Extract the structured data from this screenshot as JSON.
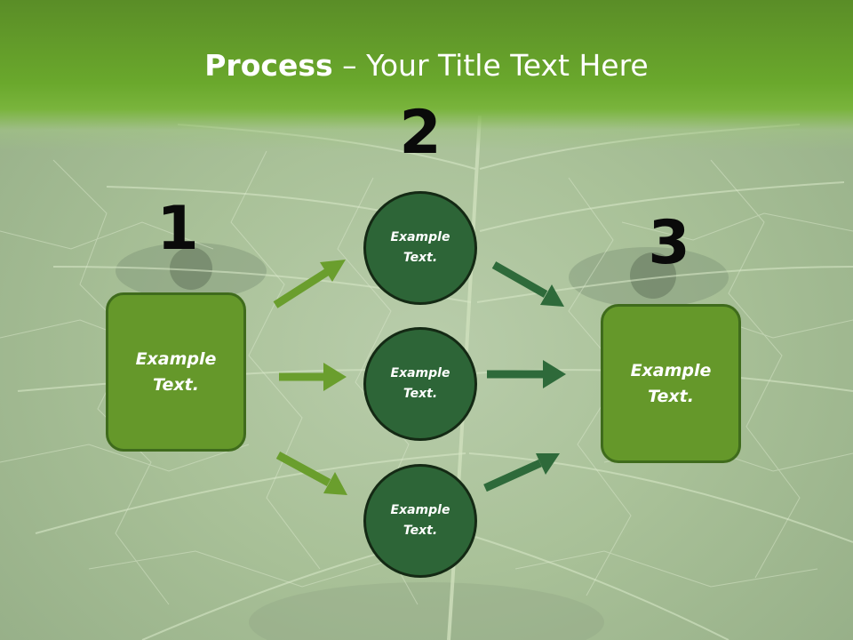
{
  "slide": {
    "title_strong": "Process",
    "title_rest": " – Your Title Text Here"
  },
  "steps": {
    "step1": {
      "number": "1",
      "text": "Example\nText."
    },
    "step2": {
      "number": "2",
      "items": [
        {
          "text": "Example\nText."
        },
        {
          "text": "Example\nText."
        },
        {
          "text": "Example\nText."
        }
      ]
    },
    "step3": {
      "number": "3",
      "text": "Example\nText."
    }
  },
  "colors": {
    "header_green": "#6aa82c",
    "box_green": "#65982a",
    "circle_green": "#2d6537",
    "arrow_light": "#6a9e2d",
    "arrow_dark": "#2e6a3a"
  }
}
